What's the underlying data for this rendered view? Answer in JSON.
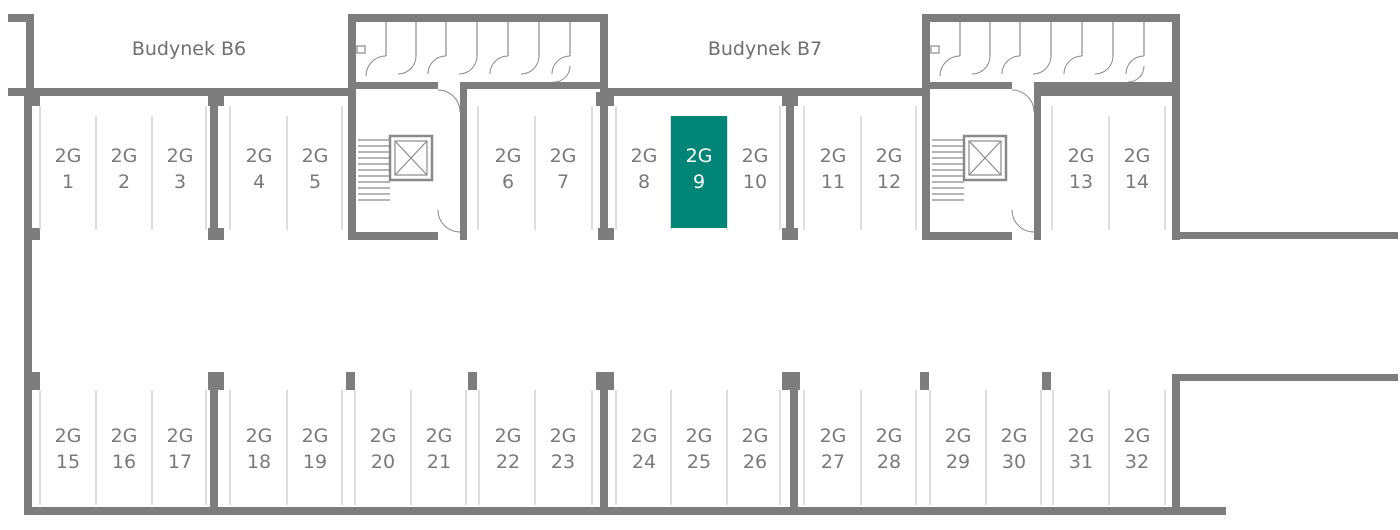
{
  "buildings": [
    {
      "name": "Budynek B6"
    },
    {
      "name": "Budynek B7"
    }
  ],
  "selected_number": "9",
  "colors": {
    "wall": "#7d7d7d",
    "selected": "#008577",
    "label": "#7a7a7a"
  },
  "garages": [
    {
      "code": "2G",
      "number": "1"
    },
    {
      "code": "2G",
      "number": "2"
    },
    {
      "code": "2G",
      "number": "3"
    },
    {
      "code": "2G",
      "number": "4"
    },
    {
      "code": "2G",
      "number": "5"
    },
    {
      "code": "2G",
      "number": "6"
    },
    {
      "code": "2G",
      "number": "7"
    },
    {
      "code": "2G",
      "number": "8"
    },
    {
      "code": "2G",
      "number": "9"
    },
    {
      "code": "2G",
      "number": "10"
    },
    {
      "code": "2G",
      "number": "11"
    },
    {
      "code": "2G",
      "number": "12"
    },
    {
      "code": "2G",
      "number": "13"
    },
    {
      "code": "2G",
      "number": "14"
    },
    {
      "code": "2G",
      "number": "15"
    },
    {
      "code": "2G",
      "number": "16"
    },
    {
      "code": "2G",
      "number": "17"
    },
    {
      "code": "2G",
      "number": "18"
    },
    {
      "code": "2G",
      "number": "19"
    },
    {
      "code": "2G",
      "number": "20"
    },
    {
      "code": "2G",
      "number": "21"
    },
    {
      "code": "2G",
      "number": "22"
    },
    {
      "code": "2G",
      "number": "23"
    },
    {
      "code": "2G",
      "number": "24"
    },
    {
      "code": "2G",
      "number": "25"
    },
    {
      "code": "2G",
      "number": "26"
    },
    {
      "code": "2G",
      "number": "27"
    },
    {
      "code": "2G",
      "number": "28"
    },
    {
      "code": "2G",
      "number": "29"
    },
    {
      "code": "2G",
      "number": "30"
    },
    {
      "code": "2G",
      "number": "31"
    },
    {
      "code": "2G",
      "number": "32"
    }
  ]
}
